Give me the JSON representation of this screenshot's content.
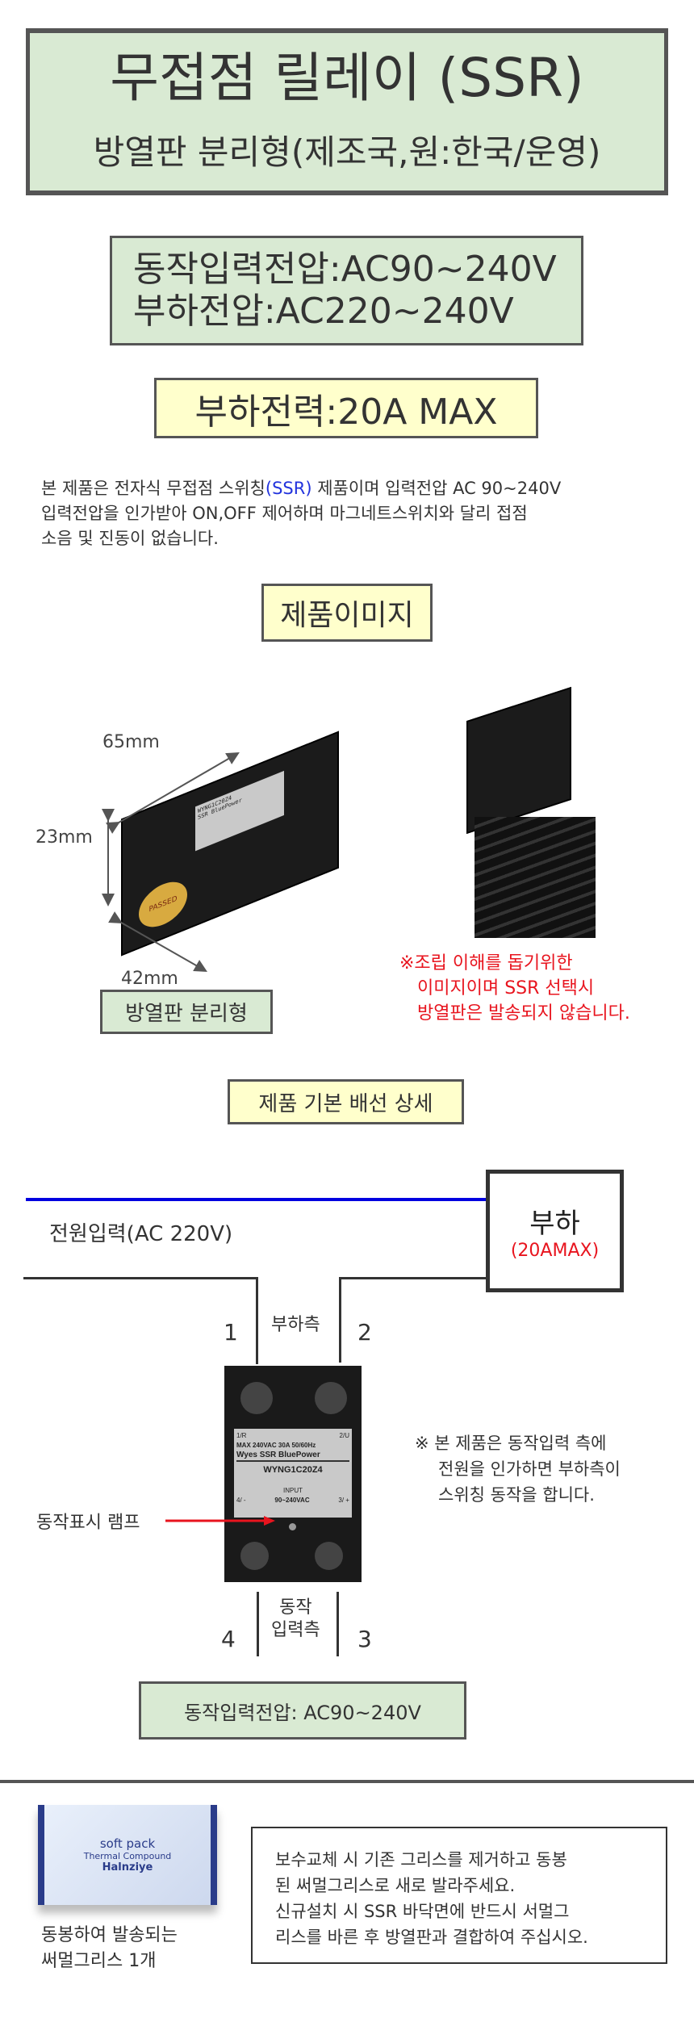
{
  "header": {
    "title": "무접점 릴레이 (SSR)",
    "subtitle": "방열판 분리형(제조국,원:한국/운영)"
  },
  "specs": {
    "input_voltage": "동작입력전압:AC90~240V",
    "load_voltage": "부하전압:AC220~240V",
    "load_power": "부하전력:20A MAX"
  },
  "description": {
    "part1": "본 제품은 전자식 무접점 스위칭",
    "highlight": "(SSR)",
    "part2": " 제품이며 입력전압 AC 90~240V",
    "line2": "입력전압을 인가받아  ON,OFF 제어하며 마그네트스위치와 달리 접점",
    "line3": "소음 및 진동이 없습니다."
  },
  "product_images": {
    "title": "제품이미지",
    "dim_length": "65mm",
    "dim_height": "23mm",
    "dim_width": "42mm",
    "model": "WYNG1C20Z4",
    "brand": "SSR BluePower",
    "badge": "PASSED",
    "type_label": "방열판 분리형",
    "note": [
      "※조립 이해를 돕기위한",
      "이미지이며 SSR 선택시",
      "방열판은 발송되지 않습니다."
    ]
  },
  "wiring": {
    "title": "제품 기본 배선 상세",
    "power_input": "전원입력(AC 220V)",
    "load": "부하",
    "load_max": "(20AMAX)",
    "terminal_1": "1",
    "terminal_2": "2",
    "terminal_3": "3",
    "terminal_4": "4",
    "load_side": "부하측",
    "input_side_1": "동작",
    "input_side_2": "입력측",
    "lamp": "동작표시 램프",
    "note": [
      "※ 본 제품은 동작입력 측에",
      "전원을 인가하면 부하측이",
      "스위칭 동작을 합니다."
    ],
    "input_voltage": "동작입력전압: AC90~240V",
    "ssr_label": {
      "t1": "1/R",
      "t2": "2/U",
      "rating": "MAX 240VAC 30A 50/60Hz",
      "brand": "Wyes SSR BluePower",
      "model": "WYNG1C20Z4",
      "input": "INPUT",
      "input_range": "90~240VAC",
      "t4": "4/ -",
      "t3": "3/ +"
    }
  },
  "grease": {
    "pack_line1": "soft pack",
    "pack_line2": "Thermal Compound",
    "pack_line3": "Halnziye",
    "caption": [
      "동봉하여 발송되는",
      "써멀그리스 1개"
    ],
    "instructions": [
      "보수교체 시 기존 그리스를 제거하고 동봉",
      "된 써멀그리스로 새로 발라주세요.",
      "신규설치 시 SSR 바닥면에 반드시 서멀그",
      "리스를 바른 후 방열판과 결합하여 주십시오."
    ]
  },
  "colors": {
    "green_box": "#d9ead3",
    "yellow_box": "#ffffcc",
    "blue_wire": "#0000e0",
    "red": "#e8141e"
  }
}
